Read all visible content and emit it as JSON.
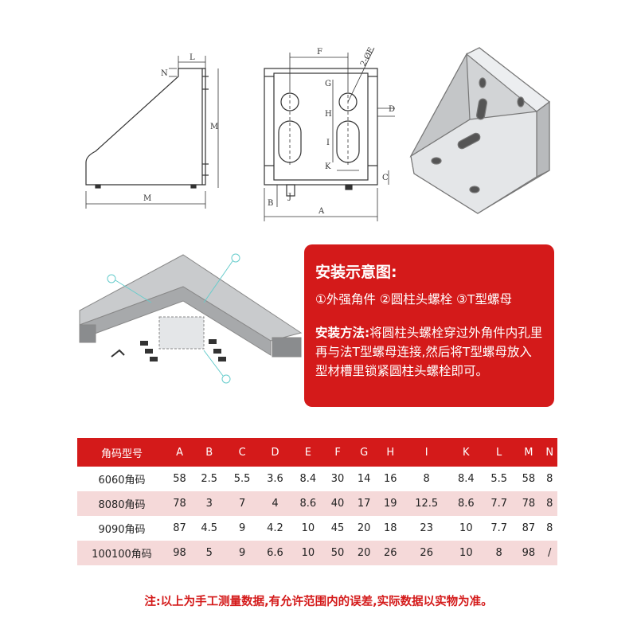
{
  "dimension_labels": {
    "side_view": {
      "L": "L",
      "N": "N",
      "M_vertical": "M",
      "M_horizontal": "M"
    },
    "front_view": {
      "F": "F",
      "E": "2-ØE",
      "G": "G",
      "H": "H",
      "D": "D",
      "I": "I",
      "K": "K",
      "C": "C",
      "B": "B",
      "J": "J",
      "A": "A"
    }
  },
  "info_panel": {
    "title": "安装示意图:",
    "parts": "①外强角件 ②圆柱头螺栓 ③T型螺母",
    "method_label": "安装方法:",
    "method_text": "将圆柱头螺栓穿过外角件内孔里再与法T型螺母连接,然后将T型螺母放入型材槽里锁紧圆柱头螺栓即可。"
  },
  "table": {
    "headers": [
      "角码型号",
      "A",
      "B",
      "C",
      "D",
      "E",
      "F",
      "G",
      "H",
      "I",
      "K",
      "L",
      "M",
      "N"
    ],
    "rows": [
      [
        "6060角码",
        "58",
        "2.5",
        "5.5",
        "3.6",
        "8.4",
        "30",
        "14",
        "16",
        "8",
        "8.4",
        "5.5",
        "58",
        "8"
      ],
      [
        "8080角码",
        "78",
        "3",
        "7",
        "4",
        "8.6",
        "40",
        "17",
        "19",
        "12.5",
        "8.6",
        "7.7",
        "78",
        "8"
      ],
      [
        "9090角码",
        "87",
        "4.5",
        "9",
        "4.2",
        "10",
        "45",
        "20",
        "18",
        "23",
        "10",
        "7.7",
        "87",
        "8"
      ],
      [
        "100100角码",
        "98",
        "5",
        "9",
        "6.6",
        "10",
        "50",
        "20",
        "26",
        "26",
        "10",
        "8",
        "98",
        "/"
      ]
    ]
  },
  "footnote": "注:以上为手工测量数据,有允许范围内的误差,实际数据以实物为准。",
  "colors": {
    "accent": "#d41a1a",
    "row_alt": "#f5d9d9"
  }
}
